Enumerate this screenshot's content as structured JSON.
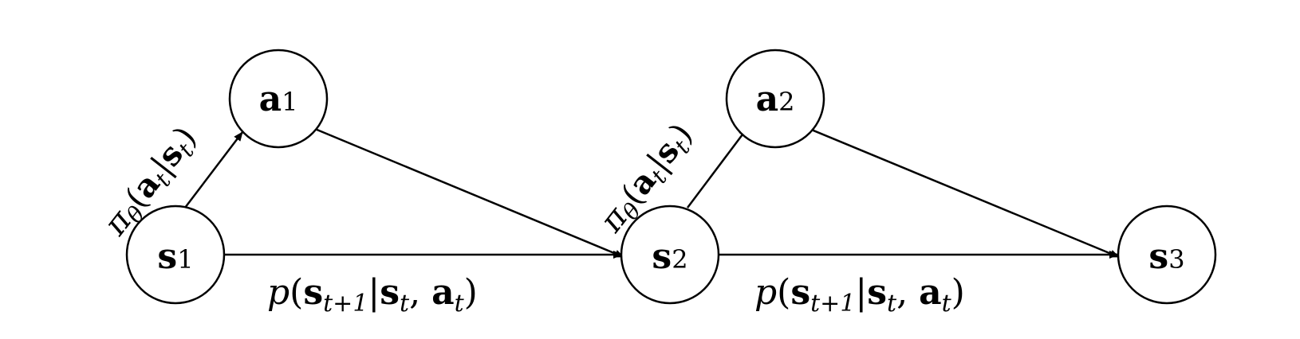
{
  "nodes": [
    {
      "id": "s1",
      "base": "s",
      "sub": "1"
    },
    {
      "id": "a1",
      "base": "a",
      "sub": "1"
    },
    {
      "id": "s2",
      "base": "s",
      "sub": "2"
    },
    {
      "id": "a2",
      "base": "a",
      "sub": "2"
    },
    {
      "id": "s3",
      "base": "s",
      "sub": "3"
    }
  ],
  "edges": [
    {
      "from": "s1",
      "to": "a1",
      "label": "π_θ(a_t|s_t)"
    },
    {
      "from": "a1",
      "to": "s2"
    },
    {
      "from": "s1",
      "to": "s2",
      "label": "p(s_{t+1}|s_t, a_t)"
    },
    {
      "from": "s2",
      "to": "a2",
      "label": "π_θ(a_t|s_t)"
    },
    {
      "from": "a2",
      "to": "s3"
    },
    {
      "from": "s2",
      "to": "s3",
      "label": "p(s_{t+1}|s_t, a_t)"
    }
  ],
  "labels": {
    "policy_1": {
      "pi": "π",
      "theta": "θ",
      "open": "(",
      "a": "a",
      "t1": "t",
      "bar": "|",
      "s": "s",
      "t2": "t",
      "close": ")"
    },
    "policy_2": {
      "pi": "π",
      "theta": "θ",
      "open": "(",
      "a": "a",
      "t1": "t",
      "bar": "|",
      "s": "s",
      "t2": "t",
      "close": ")"
    },
    "transition_1": {
      "p": "p",
      "open": "(",
      "s1": "s",
      "sub1": "t+1",
      "bar": "|",
      "s2": "s",
      "sub2": "t",
      "comma": ", ",
      "a": "a",
      "sub3": "t",
      "close": ")"
    },
    "transition_2": {
      "p": "p",
      "open": "(",
      "s1": "s",
      "sub1": "t+1",
      "bar": "|",
      "s2": "s",
      "sub2": "t",
      "comma": ", ",
      "a": "a",
      "sub3": "t",
      "close": ")"
    }
  }
}
